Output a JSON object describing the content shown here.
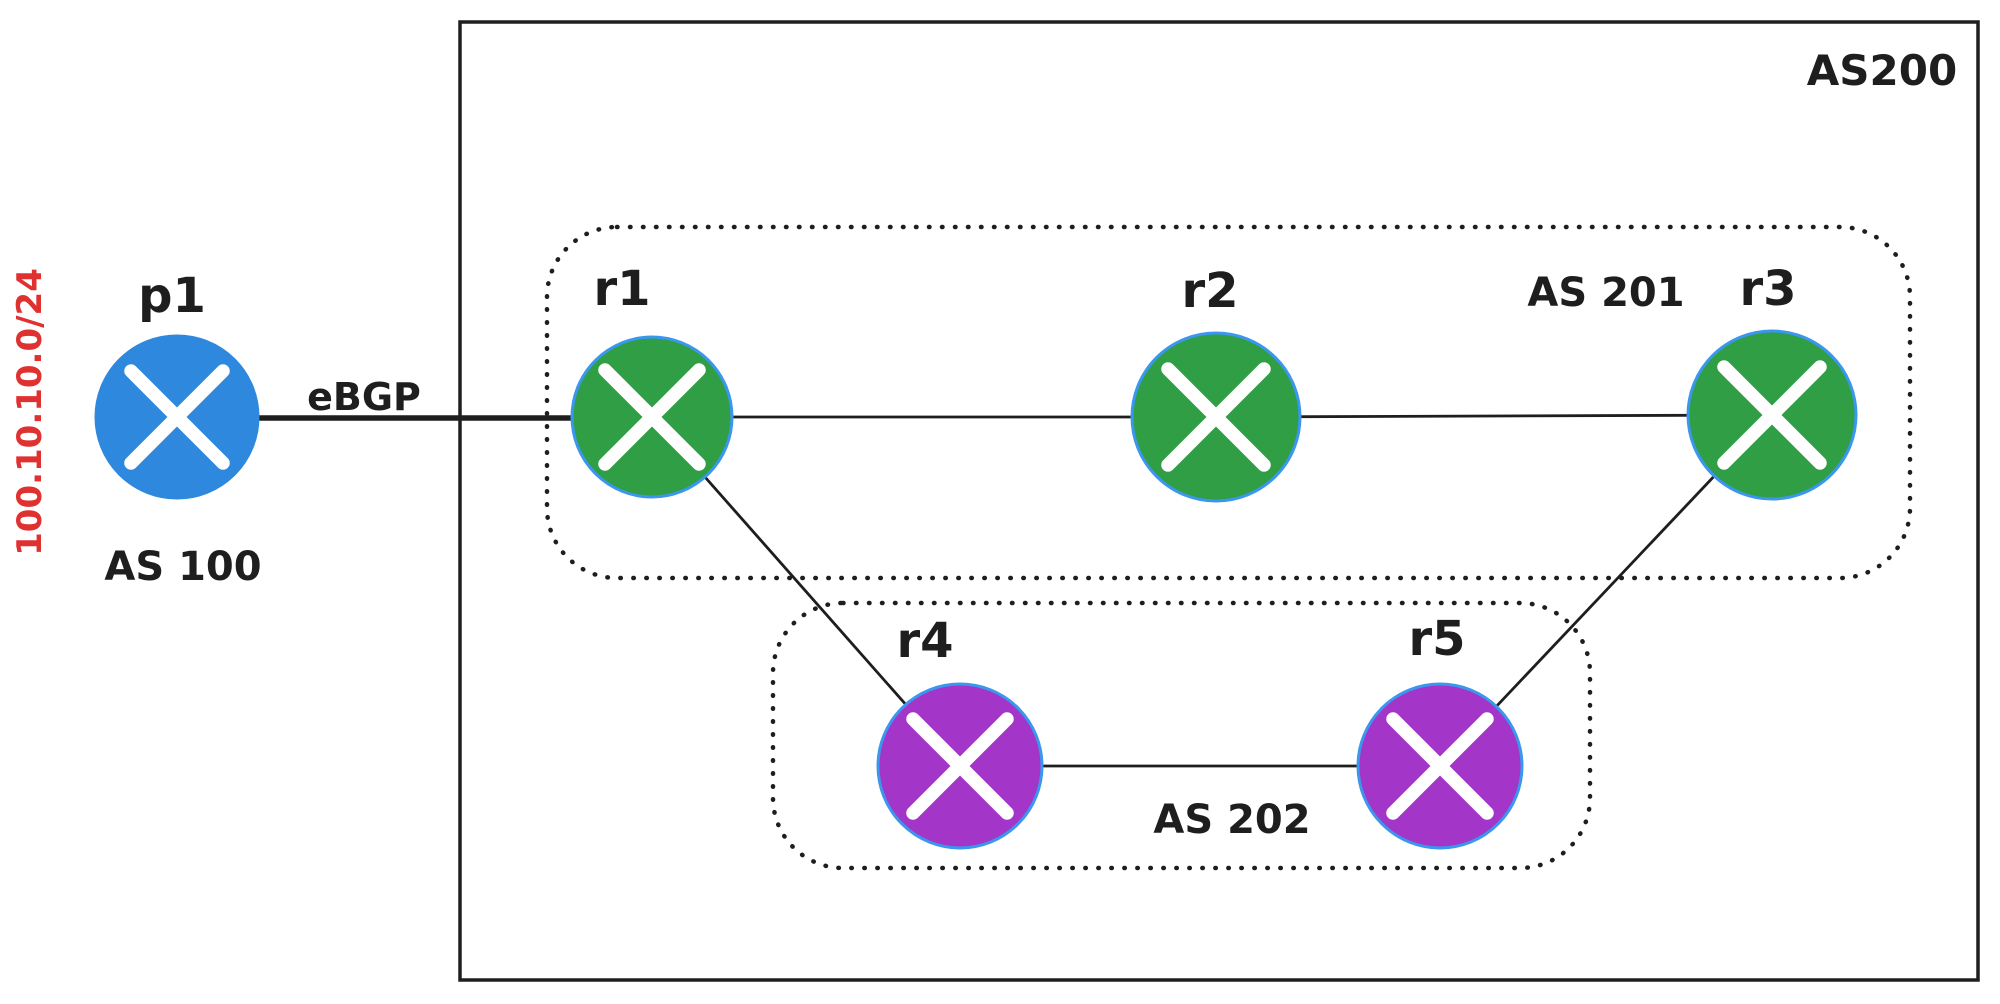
{
  "diagram_type": "bgp-network-topology",
  "zones": {
    "as200": {
      "label": "AS200"
    },
    "as201": {
      "label": "AS 201",
      "member_routers": [
        "r1",
        "r2",
        "r3"
      ]
    },
    "as202": {
      "label": "AS 202",
      "member_routers": [
        "r4",
        "r5"
      ]
    },
    "as100": {
      "label": "AS 100",
      "member_routers": [
        "p1"
      ]
    }
  },
  "nodes": [
    {
      "id": "p1",
      "label": "p1",
      "fill": "#2e88dd"
    },
    {
      "id": "r1",
      "label": "r1",
      "fill": "#2f9e44"
    },
    {
      "id": "r2",
      "label": "r2",
      "fill": "#2f9e44"
    },
    {
      "id": "r3",
      "label": "r3",
      "fill": "#2f9e44"
    },
    {
      "id": "r4",
      "label": "r4",
      "fill": "#a335c9"
    },
    {
      "id": "r5",
      "label": "r5",
      "fill": "#a335c9"
    }
  ],
  "links": [
    {
      "from": "p1",
      "to": "r1",
      "label": "eBGP",
      "style": "thick"
    },
    {
      "from": "r1",
      "to": "r2",
      "label": ""
    },
    {
      "from": "r2",
      "to": "r3",
      "label": ""
    },
    {
      "from": "r1",
      "to": "r4",
      "label": ""
    },
    {
      "from": "r4",
      "to": "r5",
      "label": ""
    },
    {
      "from": "r5",
      "to": "r3",
      "label": ""
    }
  ],
  "annotations": {
    "advertised_prefix": "100.10.10.0/24"
  },
  "colors": {
    "node_blue": "#2e88dd",
    "node_green": "#2f9e44",
    "node_purple": "#a335c9",
    "node_border_blue": "#3b97ee",
    "line_dark": "#1e1e1e",
    "prefix_red": "#e03131",
    "background": "#ffffff"
  }
}
